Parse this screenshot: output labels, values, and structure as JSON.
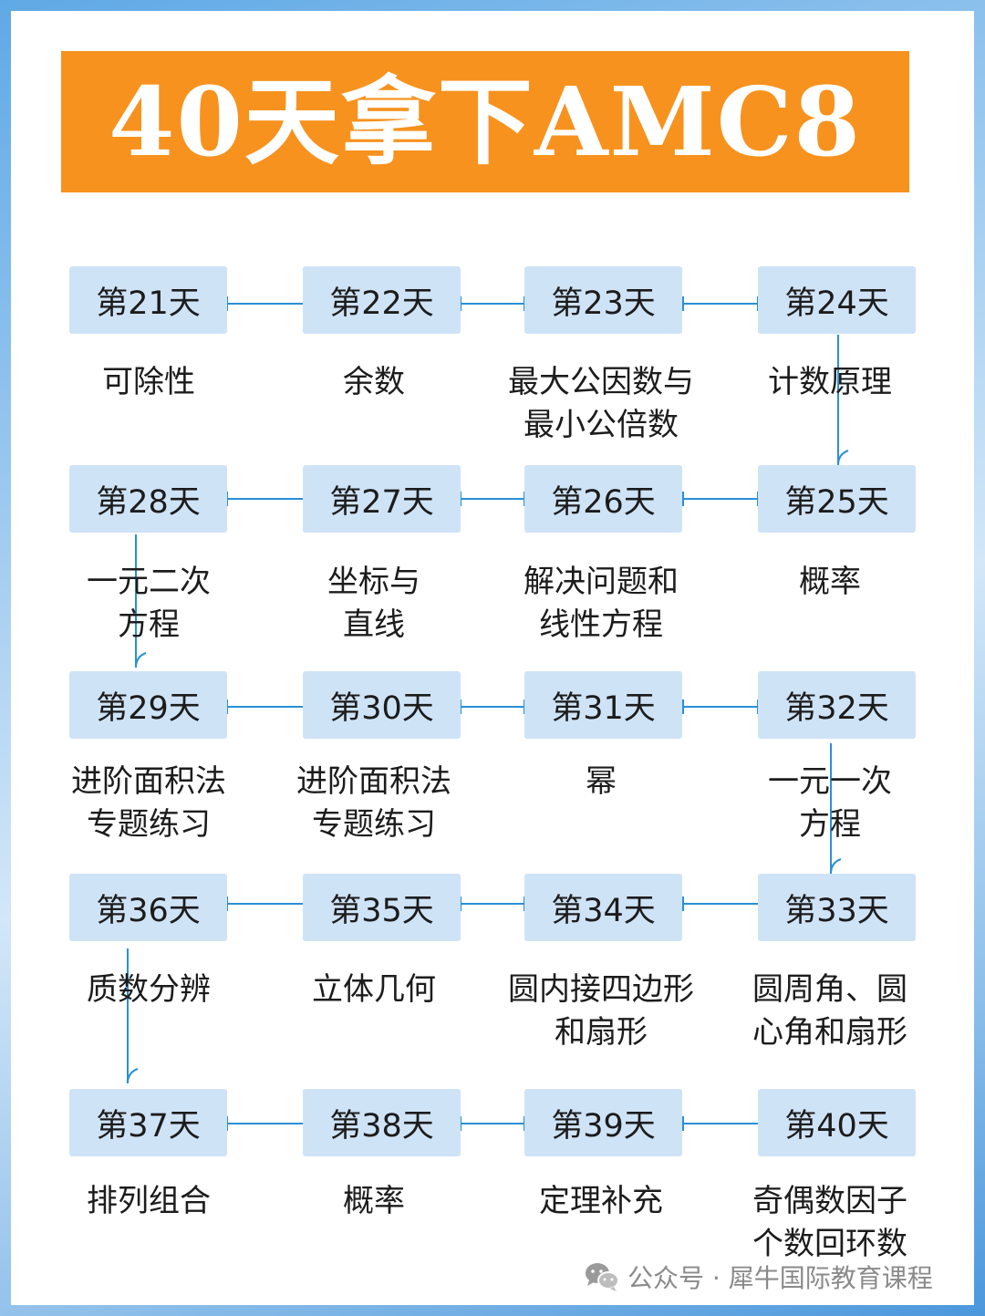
{
  "title": "40天拿下AMC8",
  "rows": [
    {
      "days": [
        "第21天",
        "第22天",
        "第23天",
        "第24天"
      ],
      "topics": [
        [
          "可除性"
        ],
        [
          "余数"
        ],
        [
          "最大公因数与",
          "最小公倍数"
        ],
        [
          "计数原理"
        ]
      ]
    },
    {
      "days": [
        "第28天",
        "第27天",
        "第26天",
        "第25天"
      ],
      "topics": [
        [
          "一元二次",
          "方程"
        ],
        [
          "坐标与",
          "直线"
        ],
        [
          "解决问题和",
          "线性方程"
        ],
        [
          "概率"
        ]
      ]
    },
    {
      "days": [
        "第29天",
        "第30天",
        "第31天",
        "第32天"
      ],
      "topics": [
        [
          "进阶面积法",
          "专题练习"
        ],
        [
          "进阶面积法",
          "专题练习"
        ],
        [
          "幂"
        ],
        [
          "一元一次",
          "方程"
        ]
      ]
    },
    {
      "days": [
        "第36天",
        "第35天",
        "第34天",
        "第33天"
      ],
      "topics": [
        [
          "质数分辨"
        ],
        [
          "立体几何"
        ],
        [
          "圆内接四边形",
          "和扇形"
        ],
        [
          "圆周角、圆",
          "心角和扇形"
        ]
      ]
    },
    {
      "days": [
        "第37天",
        "第38天",
        "第39天",
        "第40天"
      ],
      "topics": [
        [
          "排列组合"
        ],
        [
          "概率"
        ],
        [
          "定理补充"
        ],
        [
          "奇偶数因子",
          "个数回环数"
        ]
      ]
    }
  ],
  "footer": {
    "text": "公众号 · 犀牛国际教育课程",
    "icon": "wechat-icon"
  },
  "colors": {
    "accent": "#f7921e",
    "box": "#cfe3f6",
    "line": "#2a8fd6"
  }
}
